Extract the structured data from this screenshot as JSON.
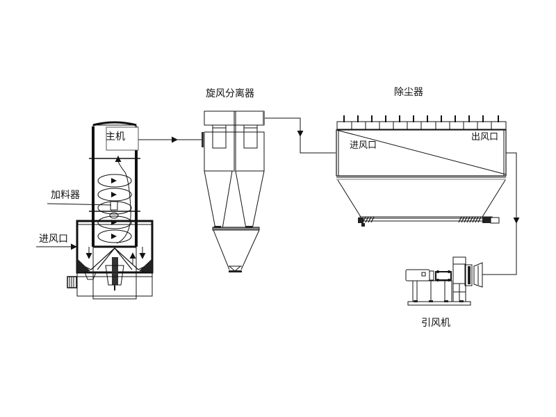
{
  "labels": {
    "main_unit": "主机",
    "feeder": "加料器",
    "air_inlet_left": "进风口",
    "cyclone": "旋风分离器",
    "dust_collector": "除尘器",
    "dc_inlet": "进风口",
    "dc_outlet": "出风口",
    "induced_fan": "引风机"
  },
  "colors": {
    "line": "#111111",
    "fill_dark": "#222222",
    "fill_gray": "#888888",
    "background": "#ffffff"
  }
}
